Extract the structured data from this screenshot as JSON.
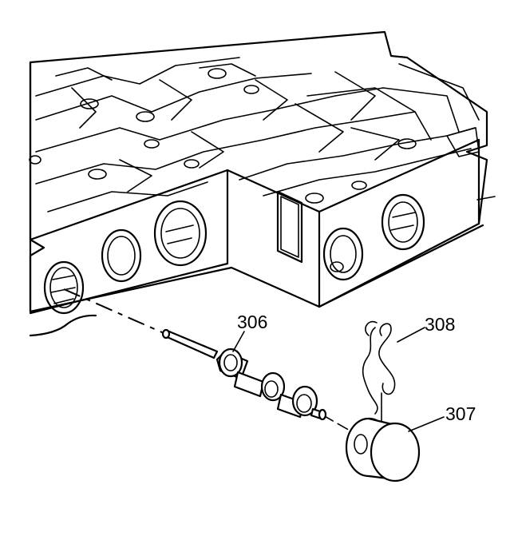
{
  "callouts": {
    "spool_valve": "306",
    "bore_plug": "307",
    "retainer_clip": "308"
  },
  "colors": {
    "line": "#000000",
    "background": "#ffffff"
  },
  "icons": {
    "valve_body": "valve-body-illustration",
    "spool": "spool-valve-illustration",
    "plug": "bore-plug-illustration",
    "clip": "retainer-clip-illustration"
  }
}
